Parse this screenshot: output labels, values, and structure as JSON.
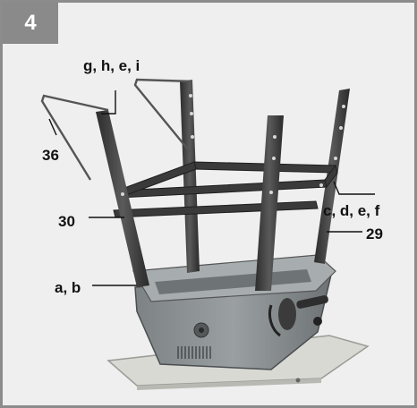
{
  "figure": {
    "step_number": "4",
    "callouts": {
      "top_left_arm": "g, h, e, i",
      "left_arm_part": "36",
      "front_crossbar": "30",
      "right_crossbar": "c, d, e, f",
      "right_leg": "29",
      "left_corner_bolt": "a, b"
    },
    "colors": {
      "frame_border": "#8c8c8c",
      "badge_background": "#8a8a8a",
      "metal_dark": "#3c3c3c",
      "housing_gray": "#8f9496",
      "base_plate": "#d9d9d4"
    }
  }
}
